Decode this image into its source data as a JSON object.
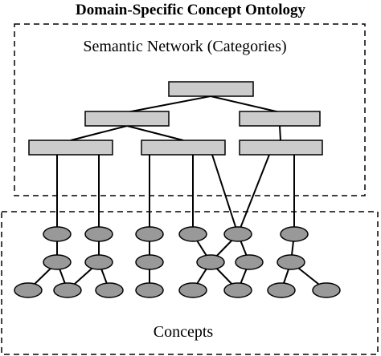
{
  "title": "Domain-Specific Concept Ontology",
  "semantic_network": {
    "label": "Semantic Network (Categories)"
  },
  "concepts": {
    "label": "Concepts"
  },
  "colors": {
    "category_fill": "#cccccc",
    "concept_fill": "#999999",
    "stroke": "#000000",
    "background": "#ffffff"
  }
}
